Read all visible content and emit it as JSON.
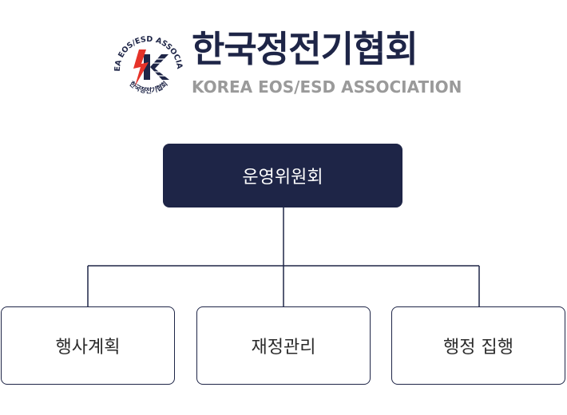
{
  "logo": {
    "title_ko": "한국정전기협회",
    "title_en": "KOREA EOS/ESD ASSOCIATION",
    "seal_ring_en": "KOREA EOS/ESD ASSOCIATION",
    "seal_ring_ko": "한국정전기협회",
    "seal_letter": "K",
    "colors": {
      "navy": "#1e2547",
      "red": "#e63329",
      "gray": "#9a9a9a"
    }
  },
  "org": {
    "root": "운영위원회",
    "children": [
      "행사계획",
      "재정관리",
      "행정 집행"
    ]
  },
  "colors": {
    "line": "#1e2547",
    "box_fill": "#1e2547",
    "box_text": "#ffffff"
  }
}
